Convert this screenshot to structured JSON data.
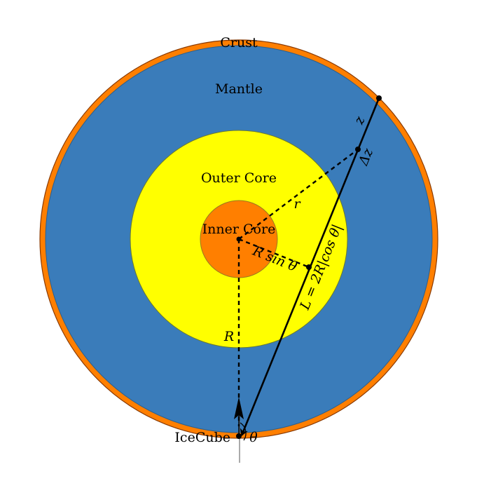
{
  "colors": {
    "crust": "#ff7f00",
    "mantle": "#3a7cba",
    "outer_core": "#ffff00",
    "inner_core": "#ff7f00",
    "background": "#ffffff",
    "ink": "#000000"
  },
  "labels": {
    "crust": "Crust",
    "mantle": "Mantle",
    "outer_core": "Outer Core",
    "inner_core": "Inner Core",
    "icecube": "IceCube",
    "theta": "θ",
    "z": "z",
    "delta_z": "Δz",
    "r": "r",
    "R": "R",
    "R_sin_theta": "R sin θ",
    "L_formula": "L = 2R|cos θ|"
  }
}
